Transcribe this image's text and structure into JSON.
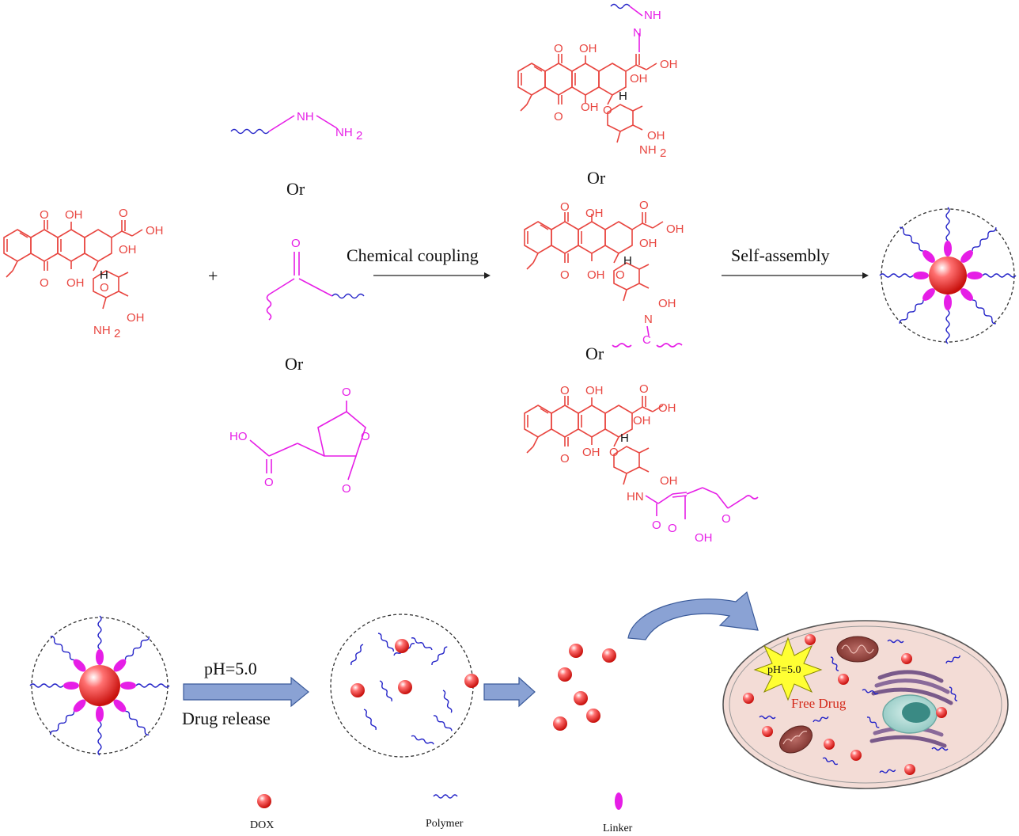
{
  "labels": {
    "or_1": "Or",
    "or_2": "Or",
    "or_3": "Or",
    "or_4": "Or",
    "plus": "+",
    "chemical_coupling": "Chemical coupling",
    "self_assembly": "Self-assembly",
    "ph_arrow": "pH=5.0",
    "drug_release": "Drug release",
    "cell_ph": "pH=5.0",
    "free_drug": "Free Drug"
  },
  "atoms": {
    "O": "O",
    "OH": "OH",
    "NH": "NH",
    "N": "N",
    "H": "H",
    "HN": "HN",
    "HO": "HO",
    "NH2": "NH",
    "sub2": "2",
    "C": "C"
  },
  "legend": {
    "dox": "DOX",
    "polymer": "Polymer",
    "linker": "Linker"
  },
  "colors": {
    "dox_red": "#e8453f",
    "linker_magenta": "#e61ee6",
    "polymer_blue": "#2424c8",
    "arrow_fill": "#8aa2d4",
    "cell_fill": "#f0d6d0",
    "burst_yellow": "#ffff33"
  }
}
